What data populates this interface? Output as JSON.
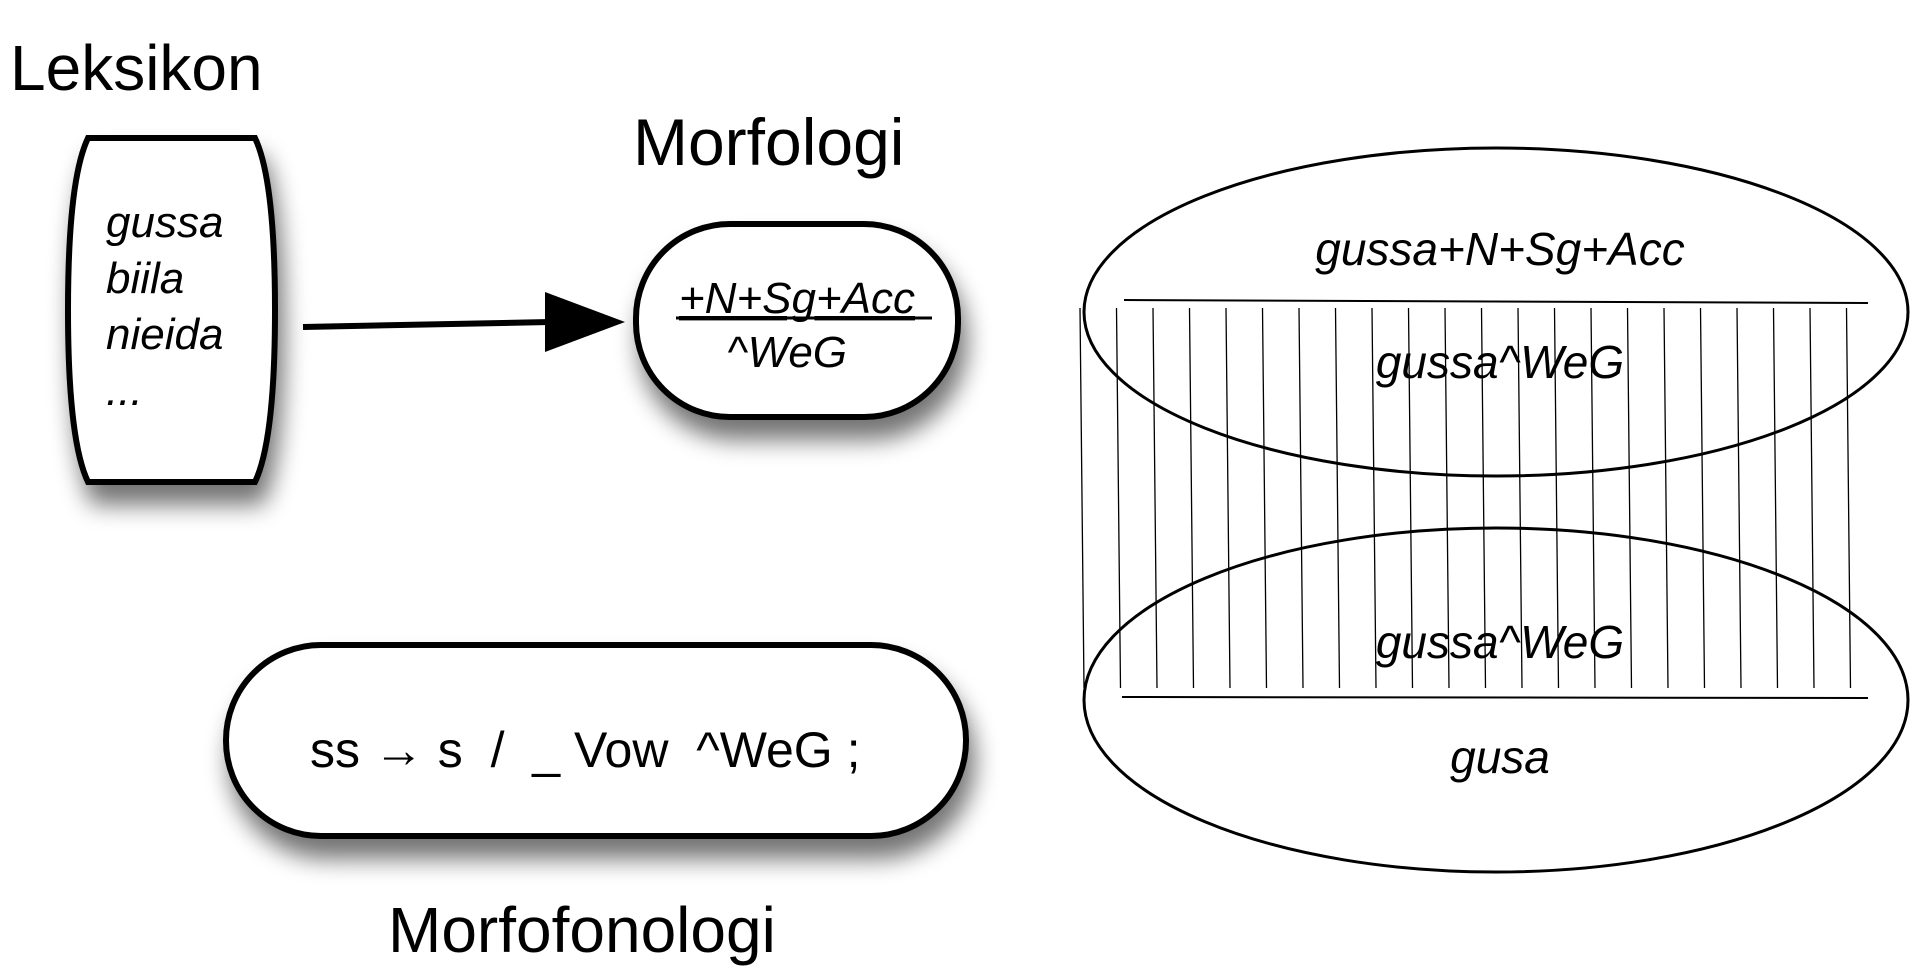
{
  "lexicon": {
    "title": "Leksikon",
    "entries": [
      "gussa",
      "biila",
      "nieida",
      "..."
    ]
  },
  "morphology": {
    "title": "Morfologi",
    "tags": "+N+Sg+Acc",
    "marker": "^WeG"
  },
  "morphophonology": {
    "title": "Morfofonologi",
    "rule": "ss → s  /  _ Vow  ^WeG ;"
  },
  "transducer": {
    "upper_top": "gussa+N+Sg+Acc",
    "upper_bottom": "gussa^WeG",
    "lower_top": "gussa^WeG",
    "lower_bottom": "gusa"
  }
}
